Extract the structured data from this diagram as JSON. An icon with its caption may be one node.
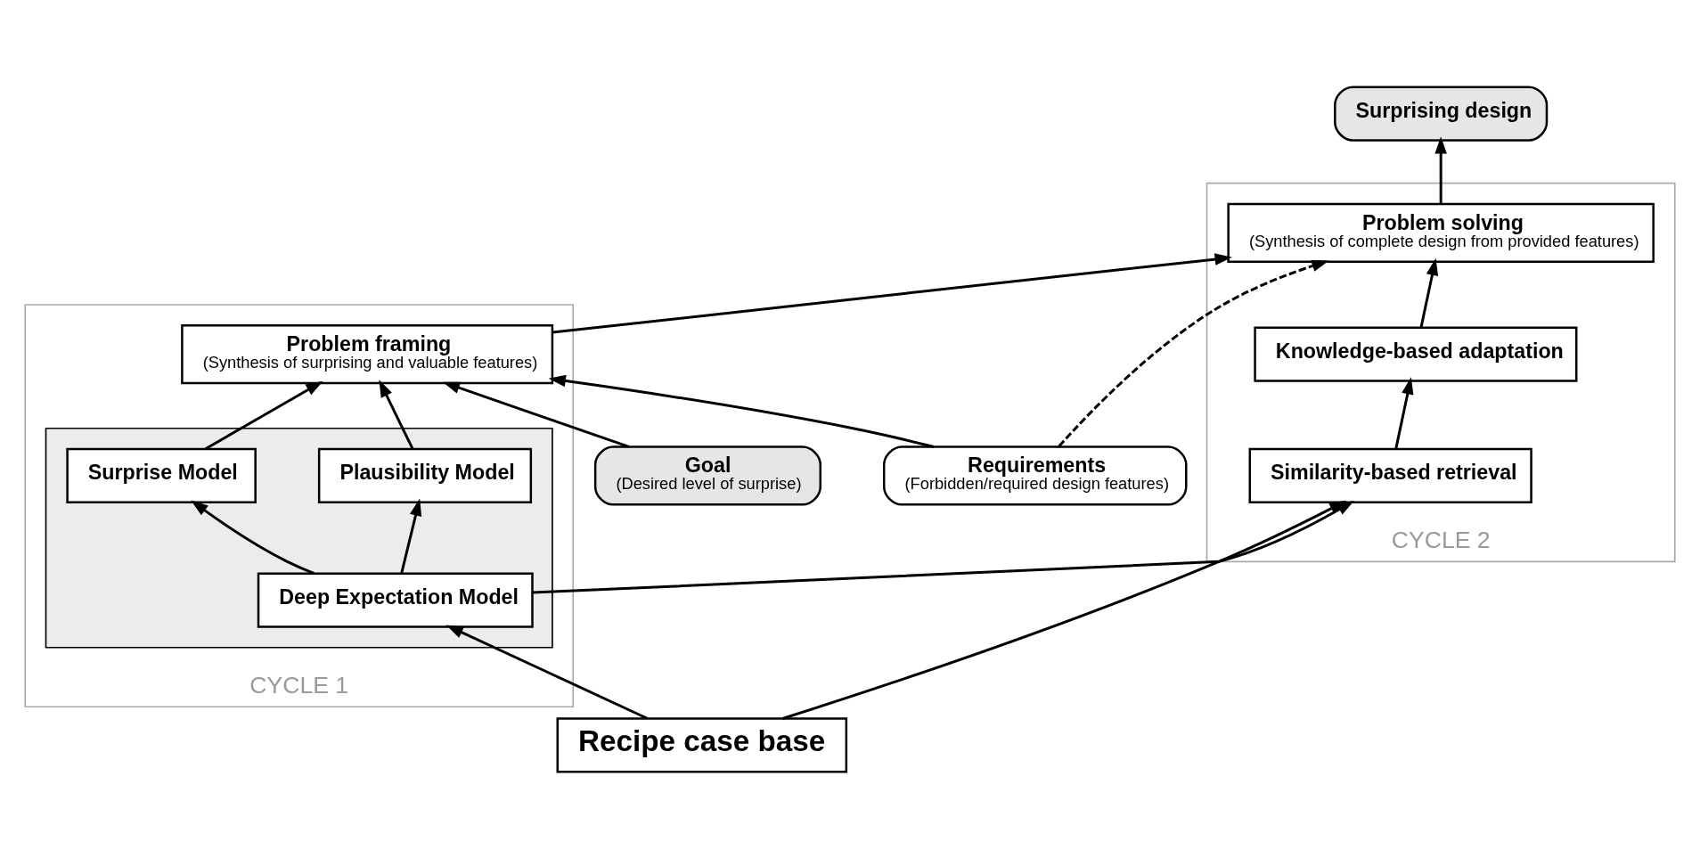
{
  "diagram": {
    "nodes": [
      {
        "text": [
          "Requirements",
          "(Forbidden/required design features)"
        ]
      },
      {
        "text": [
          "Goal",
          "(Desired level of surprise)"
        ]
      },
      {
        "text": [
          "CYCLE 1"
        ]
      },
      {
        "text": [
          "Problem framing",
          "(Synthesis of surprising and valuable features)"
        ],
        "in": 2
      },
      {
        "text": [],
        "shape": "box",
        "in": 2
      },
      {
        "text": [
          "Surprise Model"
        ],
        "in": 4
      },
      {
        "text": [
          "Plausibility Model"
        ],
        "in": 4
      },
      {
        "text": [
          "Deep Expectation Model"
        ],
        "in": 4
      },
      {
        "text": [
          "CYCLE 2"
        ]
      },
      {
        "text": [
          "Problem solving",
          "(Synthesis of complete design from provided features)"
        ],
        "in": 8
      },
      {
        "text": [
          "Knowledge-based adaptation"
        ],
        "in": 8
      },
      {
        "text": [
          "Similarity-based retrieval"
        ],
        "in": 8
      },
      {
        "text": [
          "Surprising design"
        ]
      },
      {
        "text": [
          "Recipe case base"
        ]
      }
    ],
    "edges": [
      {
        "from": 0,
        "to": 3,
        "arrow": "to"
      },
      {
        "from": 1,
        "to": 3,
        "arrow": "to"
      },
      {
        "from": 0,
        "to": 9,
        "arrow": "to",
        "style": "dashed"
      },
      {
        "from": 3,
        "to": 9,
        "arrow": "to"
      },
      {
        "from": 9,
        "to": 12,
        "arrow": "to"
      },
      {
        "from": 5,
        "to": 3,
        "arrow": "to"
      },
      {
        "from": 6,
        "to": 3,
        "arrow": "to"
      },
      {
        "from": 7,
        "to": 5,
        "arrow": "to"
      },
      {
        "from": 7,
        "to": 6,
        "arrow": "to"
      },
      {
        "from": 7,
        "to": 11,
        "arrow": "to"
      },
      {
        "from": 13,
        "to": 7,
        "arrow": "to"
      },
      {
        "from": 13,
        "to": 11,
        "arrow": "to"
      },
      {
        "from": 11,
        "to": 10,
        "arrow": "to"
      },
      {
        "from": 10,
        "to": 9,
        "arrow": "to"
      }
    ]
  }
}
